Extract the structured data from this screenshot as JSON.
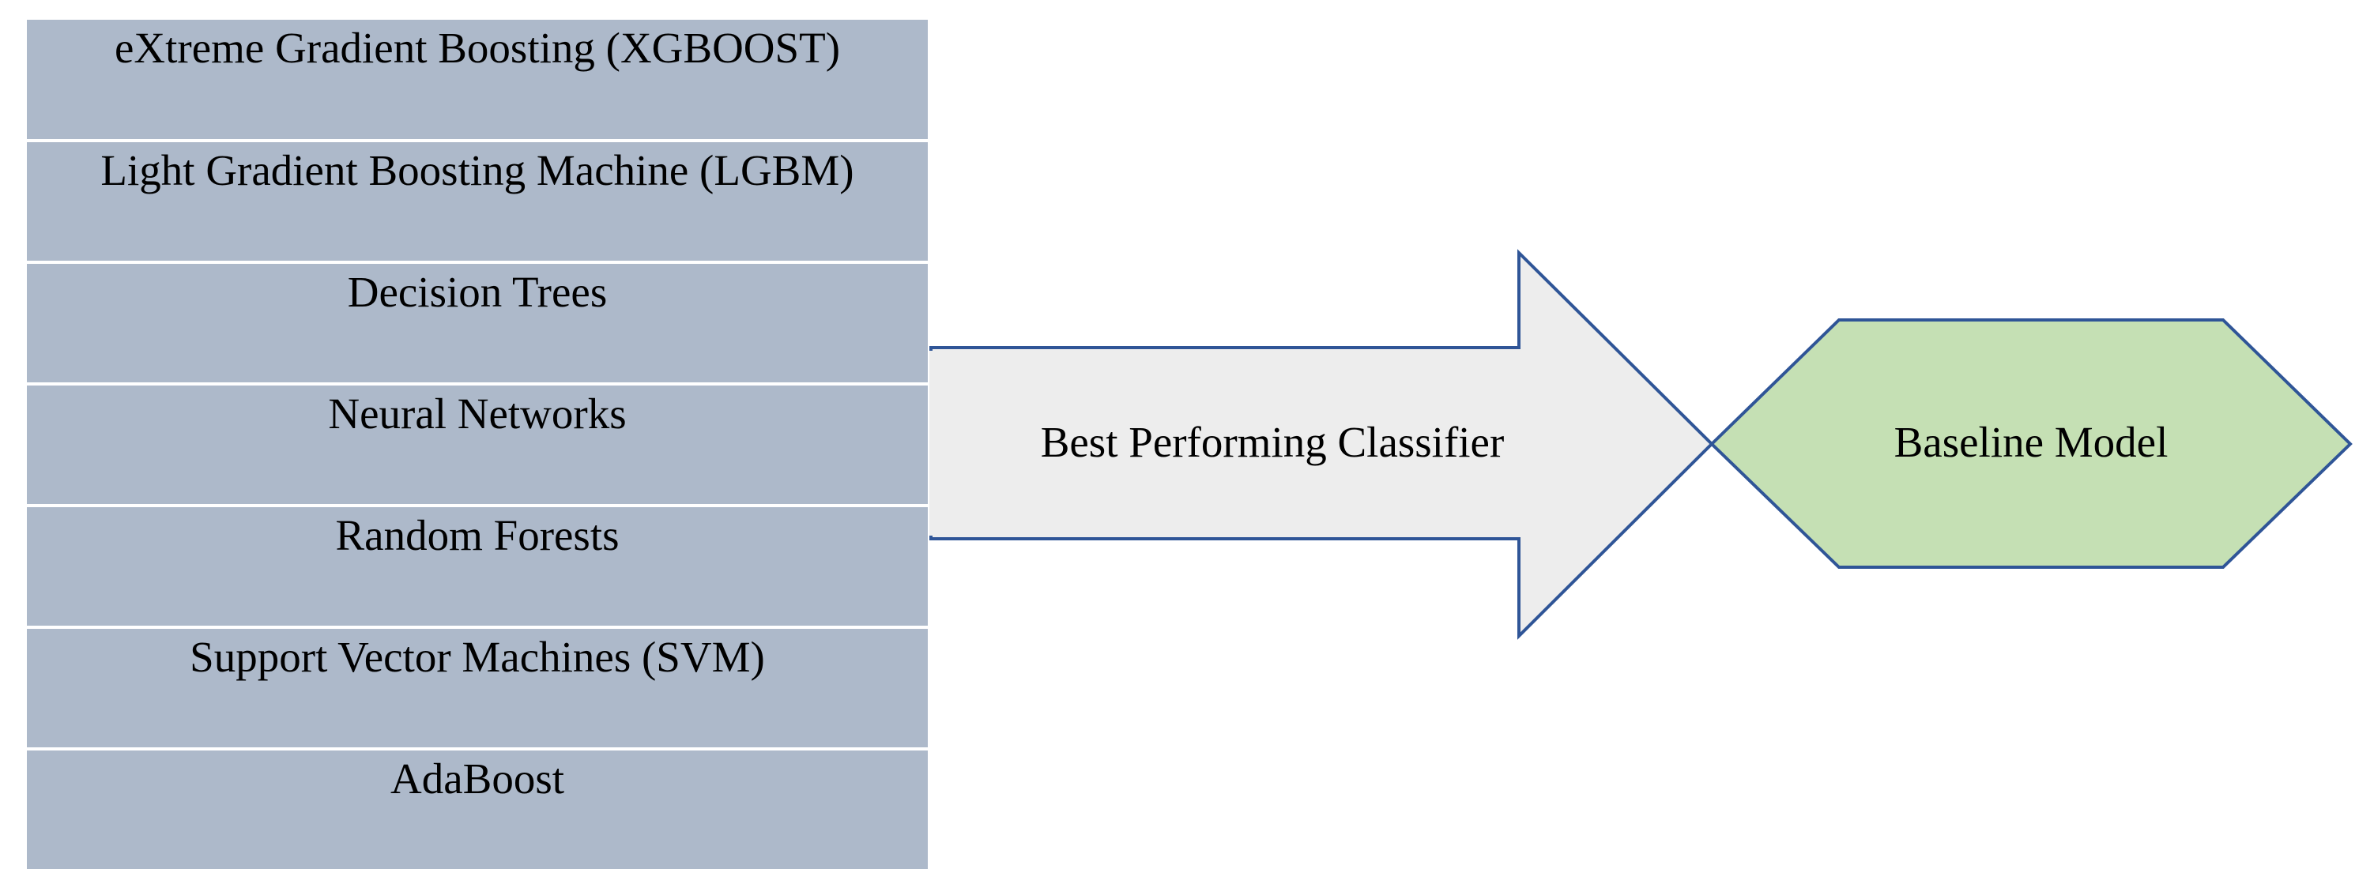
{
  "classifiers": [
    {
      "label": "eXtreme Gradient Boosting (XGBOOST)"
    },
    {
      "label": "Light Gradient Boosting Machine (LGBM)"
    },
    {
      "label": "Decision Trees"
    },
    {
      "label": "Neural Networks"
    },
    {
      "label": "Random Forests"
    },
    {
      "label": "Support Vector Machines (SVM)"
    },
    {
      "label": "AdaBoost"
    }
  ],
  "arrow": {
    "label": "Best Performing Classifier"
  },
  "result": {
    "label": "Baseline Model"
  },
  "colors": {
    "classifier_fill": "#adb9ca",
    "arrow_fill": "#ededed",
    "outline": "#2f5597",
    "hexagon_fill": "#c5e0b4"
  }
}
